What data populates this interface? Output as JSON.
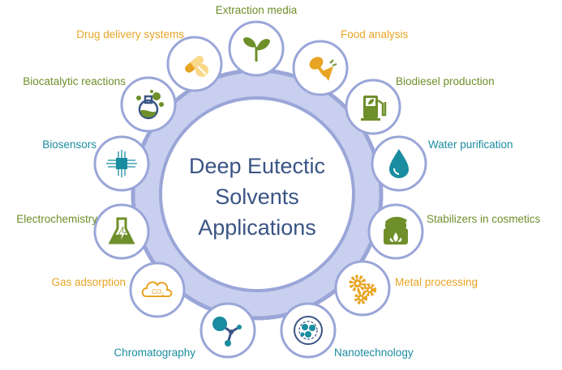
{
  "title_lines": [
    "Deep Eutectic",
    "Solvents",
    "Applications"
  ],
  "colors": {
    "green": "#6e8f2a",
    "orange": "#e8a423",
    "teal": "#1a8ca0",
    "ring": "#c9cfee",
    "ring_border": "#9aa6d8",
    "title": "#3a5485",
    "icon_border": "#9aa6d8"
  },
  "applications": [
    {
      "label": "Extraction media",
      "color": "green",
      "icon": "sprout-icon"
    },
    {
      "label": "Food analysis",
      "color": "orange",
      "icon": "chicken-leg-carrot-icon"
    },
    {
      "label": "Biodiesel production",
      "color": "green",
      "icon": "fuel-pump-leaf-icon"
    },
    {
      "label": "Water purification",
      "color": "teal",
      "icon": "water-drop-icon"
    },
    {
      "label": "Stabilizers in cosmetics",
      "color": "green",
      "icon": "cream-jar-icon"
    },
    {
      "label": "Metal processing",
      "color": "orange",
      "icon": "gears-icon"
    },
    {
      "label": "Nanotechnology",
      "color": "teal",
      "icon": "nanosphere-icon"
    },
    {
      "label": "Chromatography",
      "color": "teal",
      "icon": "molecule-icon"
    },
    {
      "label": "Gas adsorption",
      "color": "orange",
      "icon": "co2-cloud-icon"
    },
    {
      "label": "Electrochemistry",
      "color": "green",
      "icon": "flask-bolt-icon"
    },
    {
      "label": "Biosensors",
      "color": "teal",
      "icon": "chip-icon"
    },
    {
      "label": "Biocatalytic reactions",
      "color": "green",
      "icon": "flask-bubbles-icon"
    },
    {
      "label": "Drug delivery systems",
      "color": "orange",
      "icon": "pills-icon"
    }
  ]
}
